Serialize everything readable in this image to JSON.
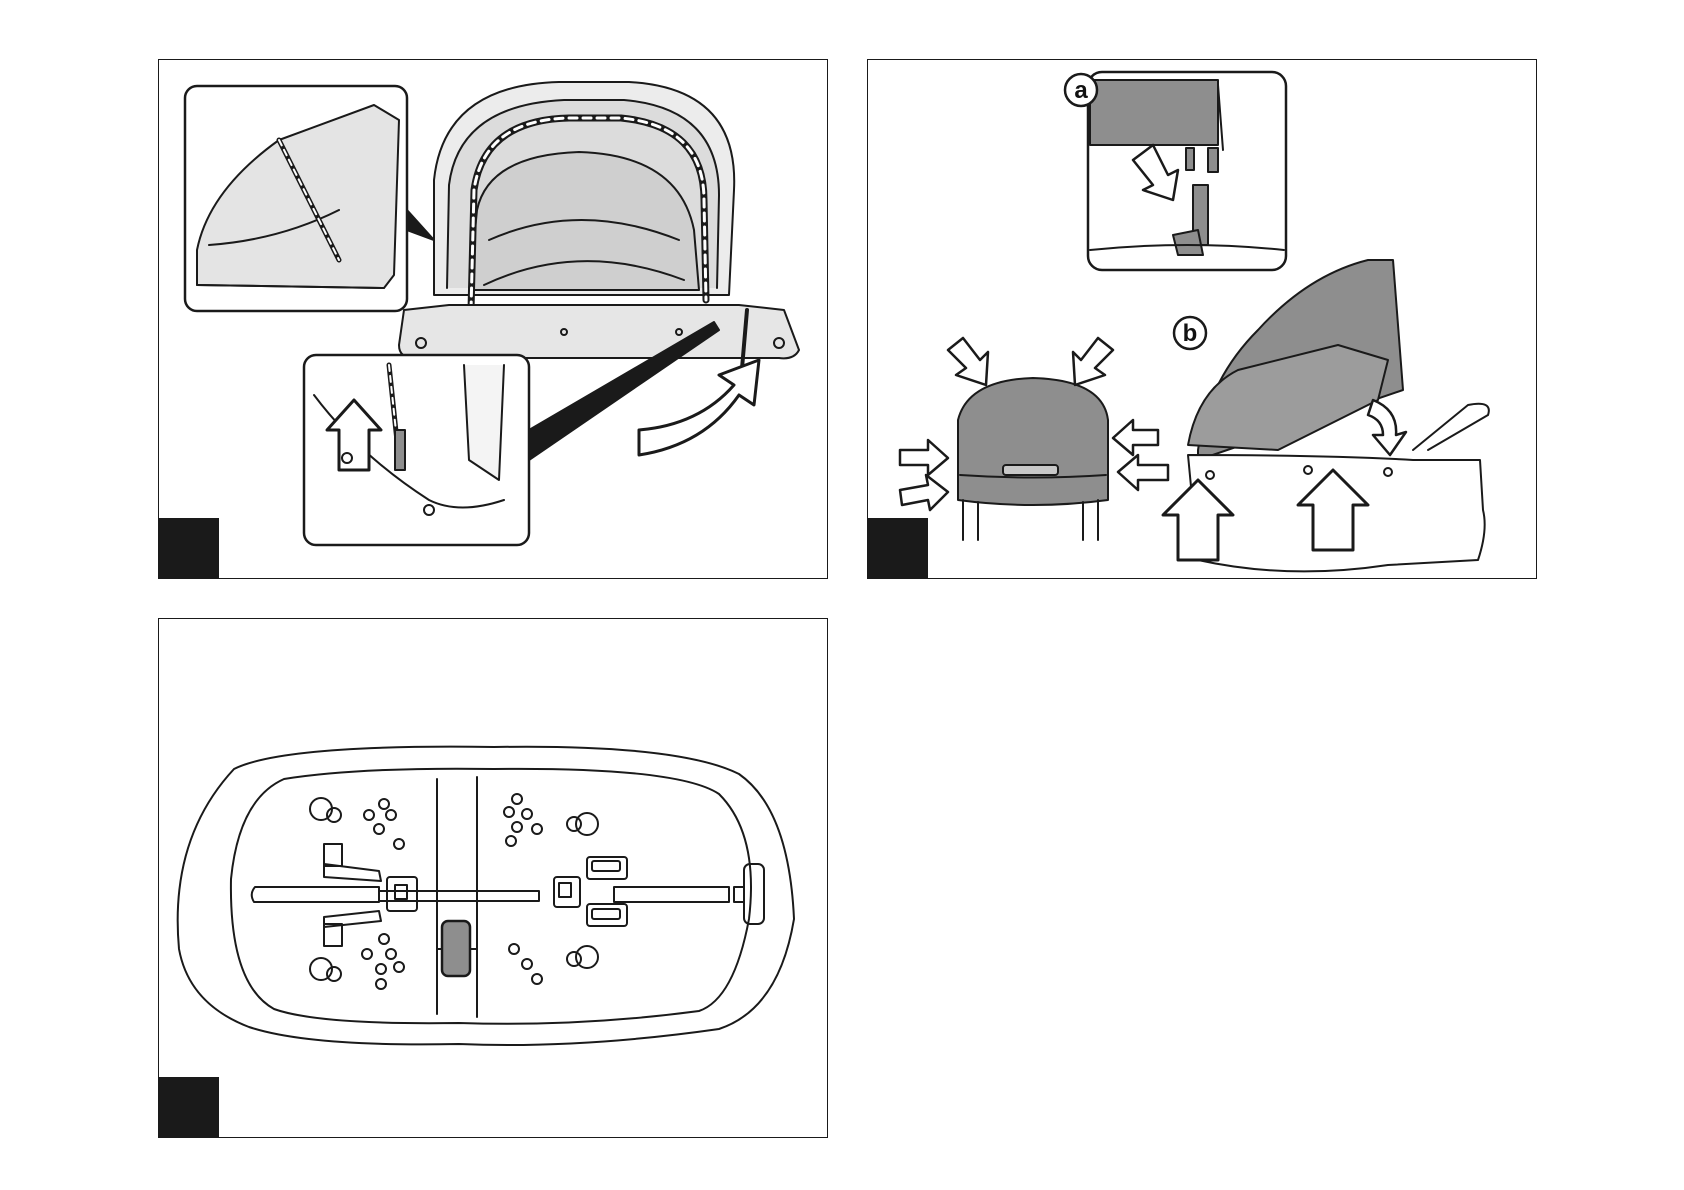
{
  "panels": [
    {
      "id": "canopy-frame-insertion",
      "step_number": ""
    },
    {
      "id": "carrycot-canopy-attachment",
      "step_number": "",
      "callouts": {
        "a": "a",
        "b": "b"
      }
    },
    {
      "id": "carrycot-underside",
      "step_number": ""
    }
  ],
  "colors": {
    "line": "#1a1a1a",
    "fabric_light": "#e9e9e9",
    "fabric_mid": "#c8c8c8",
    "fabric_dark": "#8e8e8e"
  }
}
